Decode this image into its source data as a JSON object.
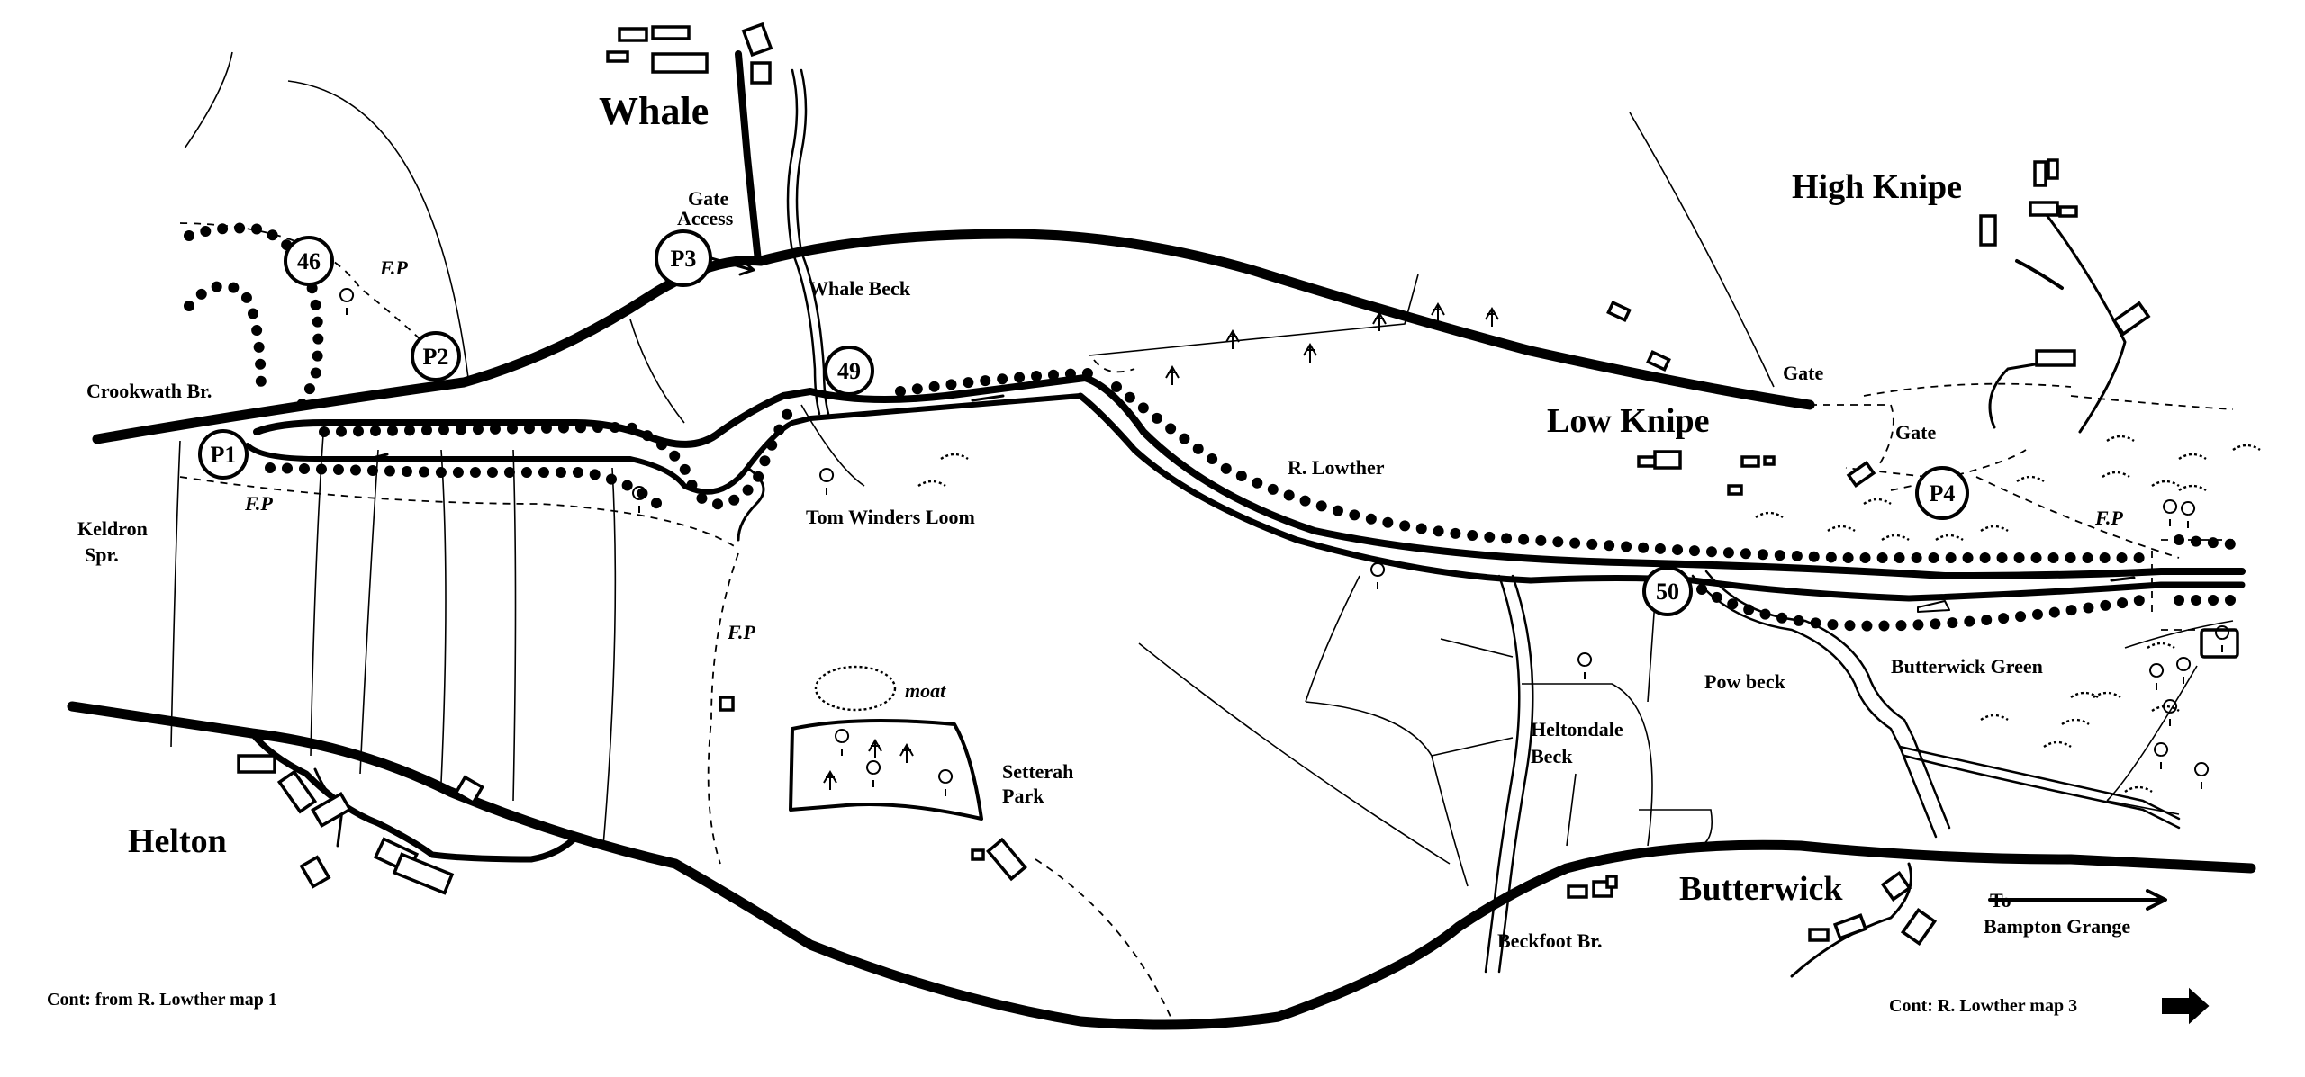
{
  "map": {
    "places": {
      "whale": "Whale",
      "high_knipe": "High Knipe",
      "low_knipe": "Low Knipe",
      "helton": "Helton",
      "butterwick": "Butterwick"
    },
    "features": {
      "crookwath_br": "Crookwath Br.",
      "keldron_line1": "Keldron",
      "keldron_line2": "Spr.",
      "gate_access_line1": "Gate",
      "gate_access_line2": "Access",
      "whale_beck": "Whale Beck",
      "tom_winders_loom": "Tom Winders Loom",
      "r_lowther": "R. Lowther",
      "gate_1": "Gate",
      "gate_2": "Gate",
      "moat": "moat",
      "setterah_line1": "Setterah",
      "setterah_line2": "Park",
      "heltondale_line1": "Heltondale",
      "heltondale_line2": "Beck",
      "pow_beck": "Pow beck",
      "butterwick_green": "Butterwick Green",
      "beckfoot_br": "Beckfoot Br.",
      "to_line1": "To",
      "to_line2": "Bampton Grange"
    },
    "footpath_labels": [
      "F.P",
      "F.P",
      "F.P",
      "F.P"
    ],
    "markers": {
      "p1": "P1",
      "p2": "P2",
      "p3": "P3",
      "p4": "P4",
      "m46": "46",
      "m49": "49",
      "m50": "50"
    },
    "continuation": {
      "from": "Cont: from R. Lowther map 1",
      "to": "Cont: R. Lowther map 3"
    }
  }
}
